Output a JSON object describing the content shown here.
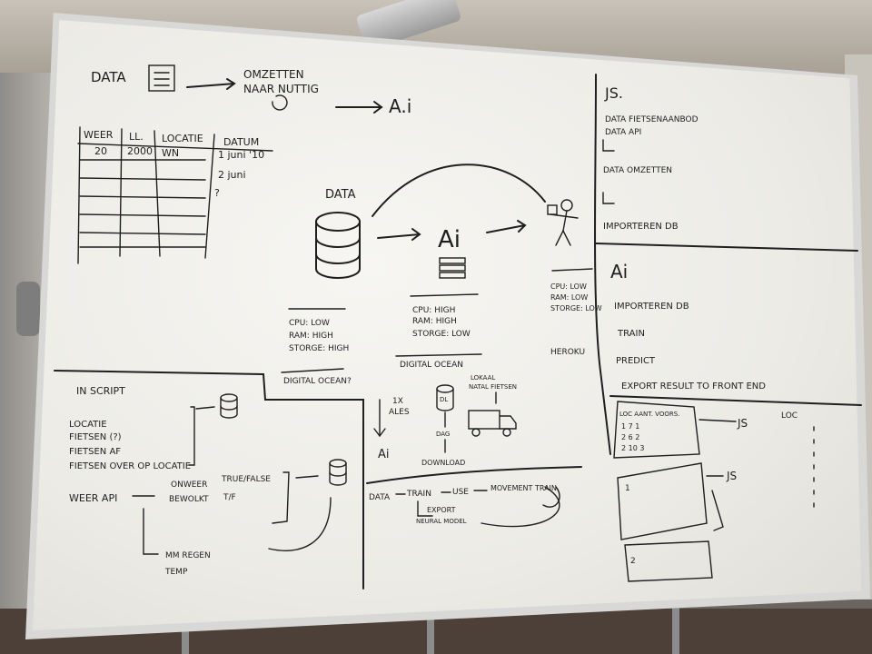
{
  "topleft": {
    "data": "DATA",
    "omzetten_1": "OMZETTEN",
    "omzetten_2": "NAAR NUTTIG",
    "ai": "A.i"
  },
  "table": {
    "headers": [
      "WEER",
      "LL.",
      "LOCATIE",
      "DATUM"
    ],
    "row1": [
      "20",
      "2000",
      "WN",
      "1 juni '10"
    ],
    "extra": [
      "2 juni",
      "?"
    ]
  },
  "center": {
    "data": "DATA",
    "ai": "Ai",
    "db_stats": [
      "CPU: LOW",
      "RAM: HIGH",
      "STORGE: HIGH"
    ],
    "db_host": "DIGITAL OCEAN?",
    "ai_stats": [
      "CPU: HIGH",
      "RAM: HIGH",
      "STORGE: LOW"
    ],
    "ai_host": "DIGITAL OCEAN",
    "user_stats": [
      "CPU: LOW",
      "RAM: LOW",
      "STORGE: LOW"
    ],
    "user_host": "HEROKU"
  },
  "js_panel": {
    "title": "JS.",
    "lines": [
      "DATA    FIETSENAANBOD",
      "DATA    API",
      "DATA OMZETTEN",
      "IMPORTEREN DB"
    ],
    "ai_title": "Ai",
    "ai_lines": [
      "IMPORTEREN DB",
      "TRAIN",
      "PREDICT",
      "EXPORT RESULT TO FRONT END"
    ]
  },
  "bottom_left": {
    "in_script": "IN SCRIPT",
    "locatie_lines": [
      "LOCATIE",
      "FIETSEN (?)",
      "FIETSEN AF",
      "FIETSEN OVER OP LOCATIE"
    ],
    "weer_api": "WEER API",
    "weer_items": [
      "ONWEER",
      "BEWOLKT"
    ],
    "true_false": [
      "TRUE/FALSE",
      "T/F"
    ],
    "mm": [
      "MM REGEN",
      "TEMP"
    ]
  },
  "bottom_center": {
    "ix": "1X",
    "ales": "ALES",
    "dl": "DL",
    "ai": "Ai",
    "lokaal": [
      "LOKAAL",
      "NATAL FIETSEN"
    ],
    "dag": "DAG",
    "download": "DOWNLOAD",
    "flow": [
      "DATA",
      "TRAIN",
      "USE",
      "MOVEMENT TRAIN"
    ],
    "export": [
      "EXPORT",
      "NEURAL MODEL"
    ]
  },
  "bottom_right": {
    "mini_headers": "LOC  AANT.  VOORS.",
    "mini_rows": [
      "1   7   1",
      "2   6   2",
      "2   10   3"
    ],
    "js1": "JS",
    "js2": "JS",
    "loc": "LOC",
    "box_num1": "1",
    "box_num2": "2"
  }
}
